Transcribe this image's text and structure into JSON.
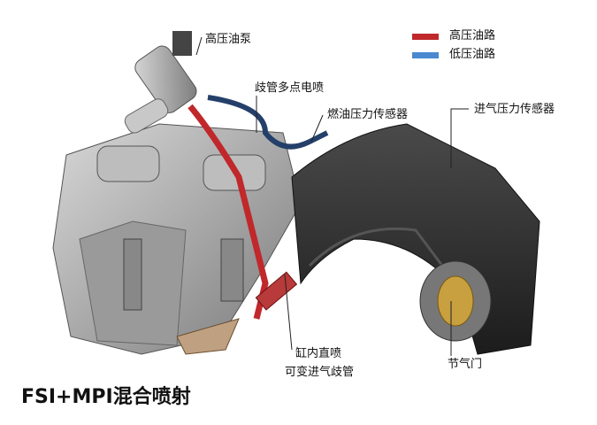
{
  "title": "FSI+MPI混合喷射",
  "legend": [
    {
      "label": "高压油路",
      "color": "#c0282c"
    },
    {
      "label": "低压油路",
      "color": "#4a88d0"
    }
  ],
  "labels": {
    "high_pressure_pump": "高压油泵",
    "manifold_injection": "歧管多点电喷",
    "fuel_pressure_sensor": "燃油压力传感器",
    "intake_pressure_sensor": "进气压力传感器",
    "direct_injection": "缸内直喷",
    "variable_intake_manifold": "可变进气歧管",
    "throttle": "节气门"
  }
}
